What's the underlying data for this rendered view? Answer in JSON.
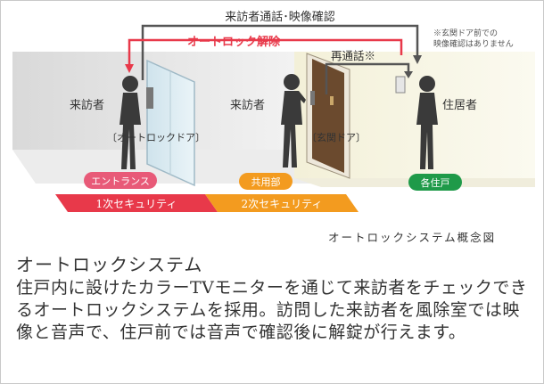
{
  "diagram": {
    "top_arrow_label": "来訪者通話･映像確認",
    "unlock_label": "オートロック解除",
    "recall_label": "再通話※",
    "note_line1": "※玄関ドア前での",
    "note_line2": "映像確認はありません",
    "visitor_label_1": "来訪者",
    "visitor_label_2": "来訪者",
    "resident_label": "住居者",
    "autolock_door_label": "〔オートロックドア〕",
    "front_door_label": "〔玄関ドア〕",
    "zone_entrance": "エントランス",
    "zone_common": "共用部",
    "zone_unit": "各住戸",
    "security_1": "1次セキュリティ",
    "security_2": "2次セキュリティ",
    "caption": "オートロックシステム概念図",
    "colors": {
      "unlock_red": "#e8394a",
      "entrance_pink": "#e85a78",
      "common_orange": "#f39b1f",
      "unit_green": "#1f9a49",
      "arrow_gray": "#555555"
    }
  },
  "text": {
    "heading": "オートロックシステム",
    "body": "住戸内に設けたカラーTVモニターを通じて来訪者をチェックできるオートロックシステムを採用。訪問した来訪者を風除室では映像と音声で、住戸前では音声で確認後に解錠が行えます。"
  }
}
